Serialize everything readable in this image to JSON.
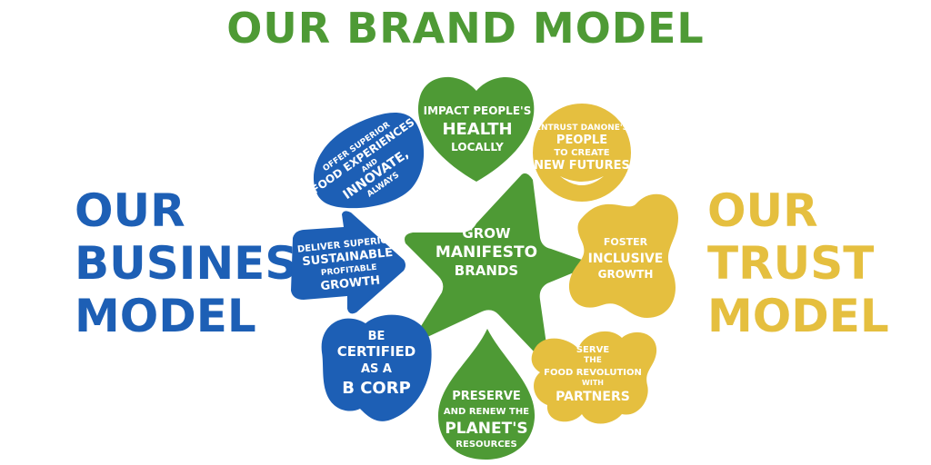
{
  "title": "OUR BRAND MODEL",
  "business_model": {
    "lines": [
      "OUR",
      "BUSINESS",
      "MODEL"
    ]
  },
  "trust_model": {
    "lines": [
      "OUR",
      "TRUST",
      "MODEL"
    ]
  },
  "colors": {
    "green": "#4e9a35",
    "blue": "#1d5fb5",
    "yellow": "#e5bf3f"
  },
  "shapes": {
    "center": {
      "lines": [
        "GROW",
        "MANIFESTO",
        "BRANDS"
      ]
    },
    "health": {
      "lines": [
        "IMPACT PEOPLE'S",
        "HEALTH",
        "LOCALLY"
      ]
    },
    "people": {
      "lines": [
        "ENTRUST DANONE'S",
        "PEOPLE",
        "TO CREATE",
        "NEW FUTURES"
      ]
    },
    "food": {
      "lines": [
        "OFFER SUPERIOR",
        "FOOD EXPERIENCES",
        "AND",
        "INNOVATE,",
        "ALWAYS"
      ]
    },
    "growth": {
      "lines": [
        "DELIVER SUPERIOR",
        "SUSTAINABLE",
        "PROFITABLE",
        "GROWTH"
      ]
    },
    "inclusive": {
      "lines": [
        "FOSTER",
        "INCLUSIVE",
        "GROWTH"
      ]
    },
    "bcorp": {
      "lines": [
        "BE",
        "CERTIFIED",
        "AS A",
        "B CORP"
      ]
    },
    "planet": {
      "lines": [
        "PRESERVE",
        "AND RENEW THE",
        "PLANET'S",
        "RESOURCES"
      ]
    },
    "partners": {
      "lines": [
        "SERVE",
        "THE",
        "FOOD REVOLUTION",
        "WITH",
        "PARTNERS"
      ]
    }
  }
}
